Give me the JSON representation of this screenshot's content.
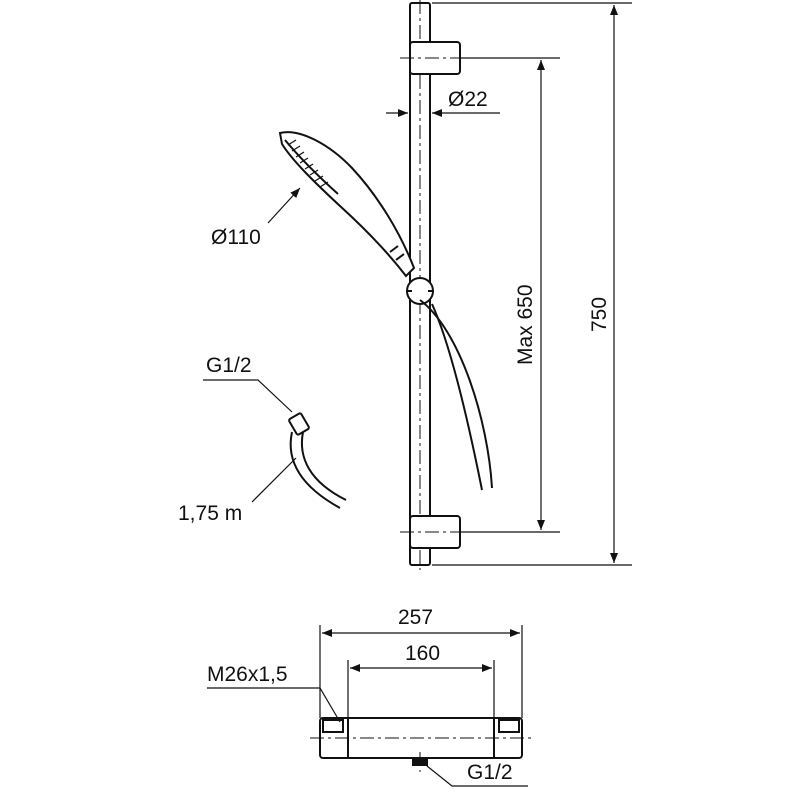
{
  "labels": {
    "rail_diameter": "Ø22",
    "head_diameter": "Ø110",
    "hose_connection": "G1/2",
    "hose_length": "1,75 m",
    "rail_max": "Max 650",
    "rail_height": "750",
    "mixer_width": "257",
    "mixer_center_distance": "160",
    "mixer_thread": "M26x1,5",
    "mixer_outlet": "G1/2"
  },
  "colors": {
    "line": "#111111",
    "background": "#ffffff"
  }
}
